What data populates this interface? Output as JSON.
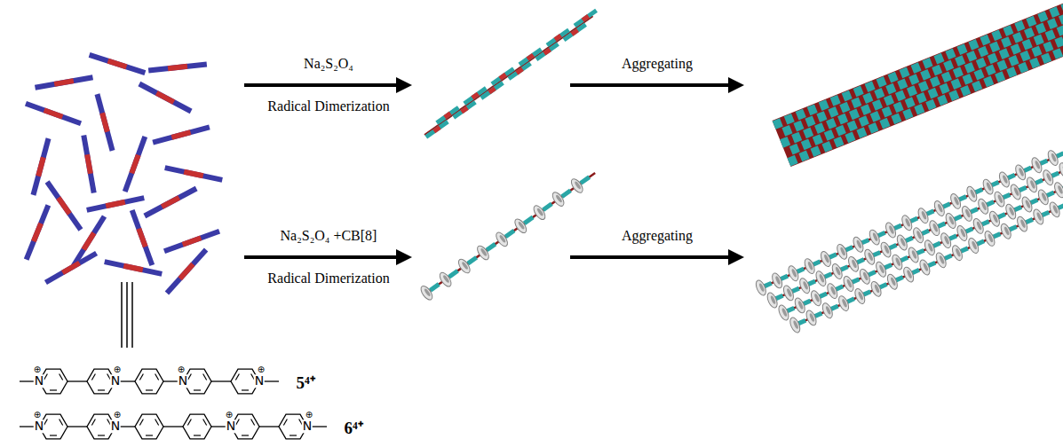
{
  "diagram": {
    "labels": [
      "Na₂S₂O₄",
      "Radical Dimerization",
      "Aggregating",
      "Na₂S₂O₄ +CB[8]",
      "Radical Dimerization",
      "Aggregating",
      "N",
      "⊕",
      "N",
      "⊕",
      "N",
      "⊕",
      "N",
      "⊕",
      "5⁴⁺",
      "N",
      "⊕",
      "N",
      "⊕",
      "N",
      "⊕",
      "N",
      "⊕",
      "6⁴⁺"
    ]
  }
}
